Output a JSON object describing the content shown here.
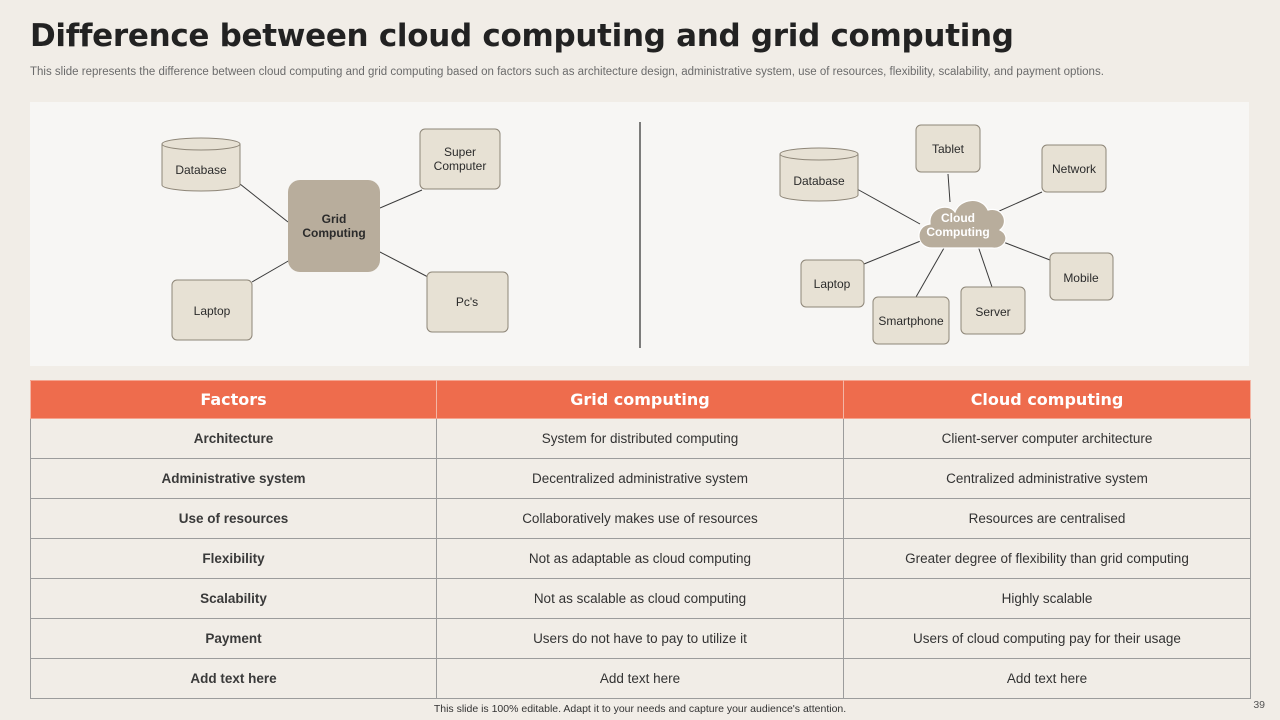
{
  "slide": {
    "title": "Difference between cloud computing and grid computing",
    "subtitle": "This slide represents the difference between cloud computing and grid computing based on factors such as architecture design, administrative system, use of resources, flexibility, scalability, and payment options.",
    "footer": "This slide is 100% editable. Adapt it to your needs and capture your audience's attention.",
    "page_number": "39"
  },
  "grid_diagram": {
    "hub": [
      "Grid",
      "Computing"
    ],
    "database": "Database",
    "super_computer": [
      "Super",
      "Computer"
    ],
    "laptop": "Laptop",
    "pcs": "Pc's"
  },
  "cloud_diagram": {
    "hub": [
      "Cloud",
      "Computing"
    ],
    "database": "Database",
    "tablet": "Tablet",
    "network": "Network",
    "mobile": "Mobile",
    "server": "Server",
    "smartphone": "Smartphone",
    "laptop": "Laptop"
  },
  "table": {
    "headers": [
      "Factors",
      "Grid computing",
      "Cloud computing"
    ],
    "rows": [
      [
        "Architecture",
        "System for distributed computing",
        "Client-server  computer architecture"
      ],
      [
        "Administrative system",
        "Decentralized  administrative  system",
        "Centralized  administrative  system"
      ],
      [
        "Use  of resources",
        "Collaboratively  makes use of resources",
        "Resources  are  centralised"
      ],
      [
        "Flexibility",
        "Not as adaptable  as cloud computing",
        "Greater  degree  of flexibility than grid computing"
      ],
      [
        "Scalability",
        "Not as scalable as cloud computing",
        "Highly scalable"
      ],
      [
        "Payment",
        "Users do not have  to pay to utilize it",
        "Users of cloud computing pay for their usage"
      ],
      [
        "Add text here",
        "Add text here",
        "Add text here"
      ]
    ]
  },
  "colors": {
    "header_orange": "#ee6c4d",
    "node_fill": "#e7e1d4",
    "hub_fill": "#b8ad9c",
    "background": "#f1ede7"
  }
}
